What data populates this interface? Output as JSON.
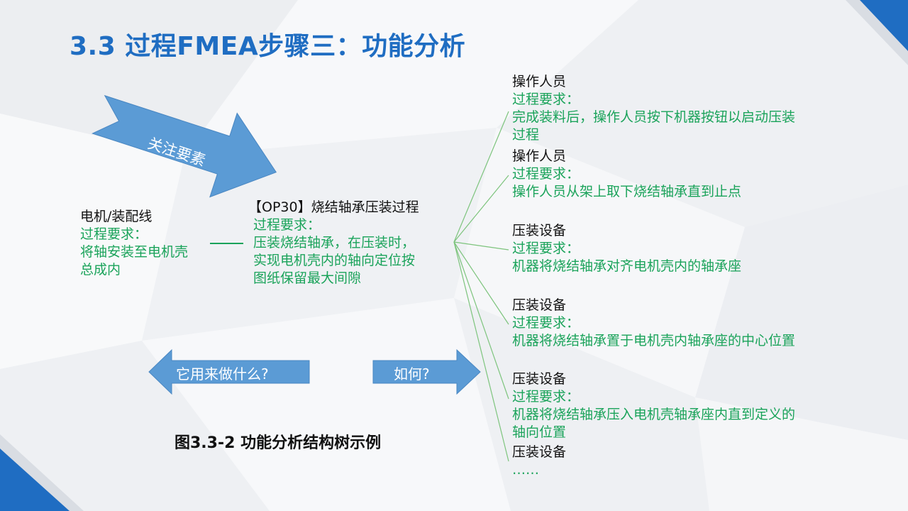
{
  "slide": {
    "title": "3.3 过程FMEA步骤三：功能分析",
    "caption": "图3.3-2 功能分析结构树示例"
  },
  "arrows": {
    "focus": "关注要素",
    "what_for": "它用来做什么?",
    "how": "如何?"
  },
  "left_node": {
    "head": "电机/装配线",
    "req_label": "过程要求：",
    "lines": [
      "将轴安装至电机壳",
      "总成内"
    ]
  },
  "center_node": {
    "head": "【OP30】烧结轴承压装过程",
    "req_label": "过程要求：",
    "lines": [
      "压装烧结轴承，在压装时，",
      "实现电机壳内的轴向定位按",
      "图纸保留最大间隙"
    ]
  },
  "right_nodes": [
    {
      "head": "操作人员",
      "req_label": "过程要求：",
      "lines": [
        "完成装料后，操作人员按下机器按钮以启动压装",
        "过程"
      ]
    },
    {
      "head": "操作人员",
      "req_label": "过程要求：",
      "lines": [
        "操作人员从架上取下烧结轴承直到止点"
      ]
    },
    {
      "head": "压装设备",
      "req_label": "过程要求：",
      "lines": [
        "机器将烧结轴承对齐电机壳内的轴承座"
      ]
    },
    {
      "head": "压装设备",
      "req_label": "过程要求：",
      "lines": [
        "机器将烧结轴承置于电机壳内轴承座的中心位置"
      ]
    },
    {
      "head": "压装设备",
      "req_label": "过程要求：",
      "lines": [
        "机器将烧结轴承压入电机壳轴承座内直到定义的",
        "轴向位置"
      ]
    },
    {
      "head": "压装设备",
      "req_label": "",
      "lines": [
        "……"
      ]
    }
  ],
  "colors": {
    "title": "#1f6dc2",
    "requirement_text": "#1aa35a",
    "arrow_fill": "#5b9bd5",
    "connector": "#7dc47d",
    "corner_accent": "#1f6dc2"
  }
}
